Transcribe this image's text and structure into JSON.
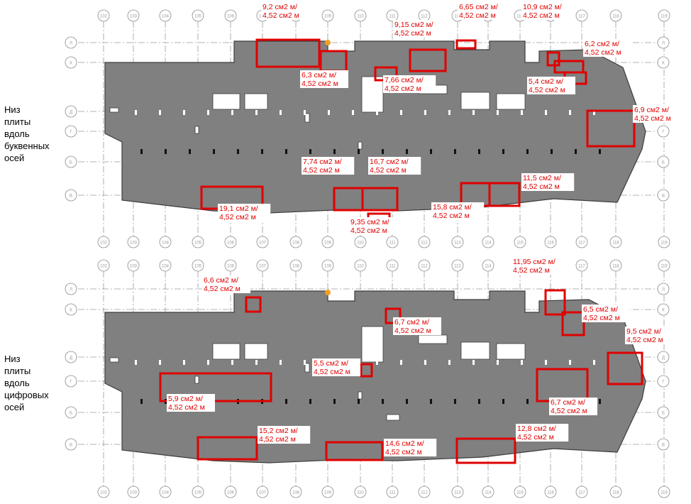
{
  "colors": {
    "slab": "#808080",
    "slab_edge": "#3c3c3c",
    "zone": "#e00000",
    "annotation_text": "#e00000",
    "axis_line": "#9a9a9a",
    "bubble_stroke": "#8a8a8a",
    "bubble_text": "#9a9a9a"
  },
  "axes": {
    "numeric": [
      "102",
      "103",
      "104",
      "105",
      "106",
      "107",
      "108",
      "109",
      "110",
      "111",
      "112",
      "113",
      "114",
      "115",
      "116",
      "117",
      "118",
      "119"
    ],
    "letter": [
      "Л",
      "К",
      "Д",
      "Г",
      "Б",
      "В"
    ]
  },
  "plans": [
    {
      "id": "top",
      "title_lines": [
        "Низ",
        "плиты",
        "вдоль",
        "буквенных",
        "осей"
      ],
      "annotations": [
        {
          "line1": "9,2 см2 м/",
          "line2": "4,52 см2 м"
        },
        {
          "line1": "6,65 см2 м/",
          "line2": "4,52 см2 м"
        },
        {
          "line1": "10,9 см2 м/",
          "line2": "4,52 см2 м"
        },
        {
          "line1": "9,15 см2 м/",
          "line2": "4,52 см2 м"
        },
        {
          "line1": "6,2 см2 м/",
          "line2": "4,52 см2 м"
        },
        {
          "line1": "6,3 см2 м/",
          "line2": "4,52 см2 м"
        },
        {
          "line1": "7,66 см2 м/",
          "line2": "4,52 см2 м"
        },
        {
          "line1": "5,4 см2 м/",
          "line2": "4,52 см2 м"
        },
        {
          "line1": "6,9 см2 м/",
          "line2": "4,52 см2 м"
        },
        {
          "line1": "7,74 см2 м/",
          "line2": "4,52 см2 м"
        },
        {
          "line1": "16,7 см2 м/",
          "line2": "4,52 см2 м"
        },
        {
          "line1": "11,5 см2 м/",
          "line2": "4,52 см2 м"
        },
        {
          "line1": "19,1 см2 м/",
          "line2": "4,52 см2 м"
        },
        {
          "line1": "15,8 см2 м/",
          "line2": "4,52 см2 м"
        },
        {
          "line1": "9,35 см2 м/",
          "line2": "4,52 см2 м"
        }
      ]
    },
    {
      "id": "bottom",
      "title_lines": [
        "Низ",
        "плиты",
        "вдоль",
        "цифровых",
        "осей"
      ],
      "annotations": [
        {
          "line1": "11,95 см2 м/",
          "line2": "4,52 см2 м"
        },
        {
          "line1": "6,6 см2 м/",
          "line2": "4,52 см2 м"
        },
        {
          "line1": "6,5 см2 м/",
          "line2": "4,52 см2 м"
        },
        {
          "line1": "6,7 см2 м/",
          "line2": "4,52 см2 м"
        },
        {
          "line1": "9,5 см2 м/",
          "line2": "4,52 см2 м"
        },
        {
          "line1": "5,5 см2 м/",
          "line2": "4,52 см2 м"
        },
        {
          "line1": "5,9 см2 м/",
          "line2": "4,52 см2 м"
        },
        {
          "line1": "6,7 см2 м/",
          "line2": "4,52 см2 м"
        },
        {
          "line1": "15,2 см2 м/",
          "line2": "4,52 см2 м"
        },
        {
          "line1": "12,8 см2 м/",
          "line2": "4,52 см2 м"
        },
        {
          "line1": "14,6 см2 м/",
          "line2": "4,52 см2 м"
        }
      ]
    }
  ]
}
